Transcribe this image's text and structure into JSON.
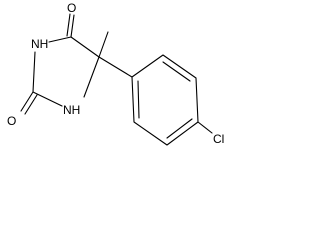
{
  "molecule": {
    "atom_labels": {
      "o_top": "O",
      "nh_upper": "NH",
      "o_left": "O",
      "nh_lower": "NH",
      "cl": "Cl"
    }
  }
}
